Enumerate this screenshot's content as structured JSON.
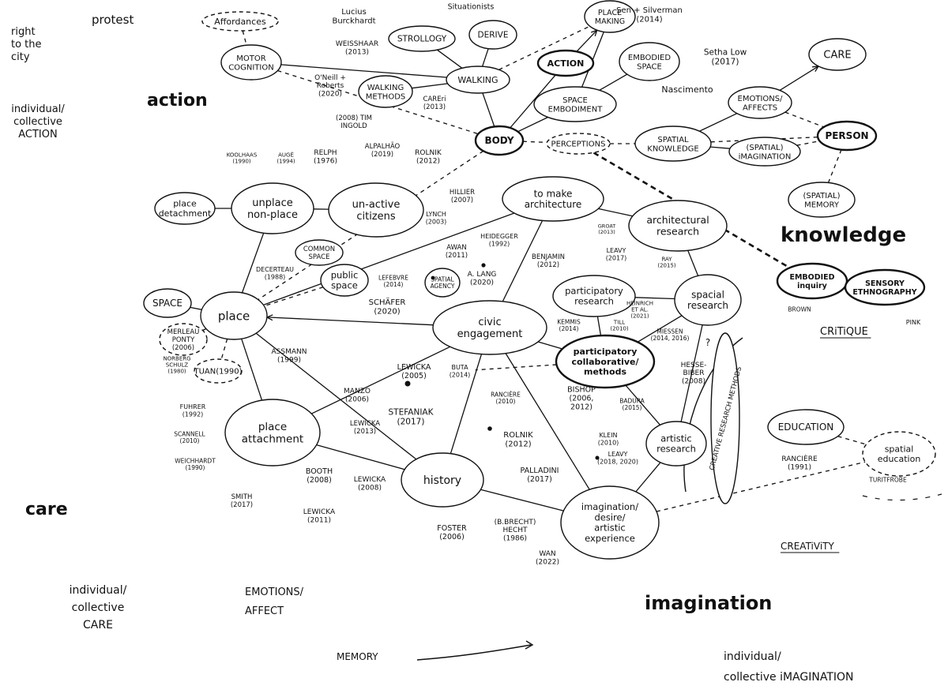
{
  "nodes": [
    {
      "id": "affordances",
      "label": "Affordances",
      "style": "dashed"
    },
    {
      "id": "motor-cognition",
      "label": "MOTOR\nCOGNITION",
      "style": "solid"
    },
    {
      "id": "strollogy",
      "label": "STROLLOGY",
      "style": "solid"
    },
    {
      "id": "derive",
      "label": "DERIVE",
      "style": "solid"
    },
    {
      "id": "walking-methods",
      "label": "WALKING\nMETHODS",
      "style": "solid"
    },
    {
      "id": "walking",
      "label": "WALKING",
      "style": "solid"
    },
    {
      "id": "place-making",
      "label": "PLACE\nMAKING",
      "style": "solid"
    },
    {
      "id": "action",
      "label": "ACTION",
      "style": "bold"
    },
    {
      "id": "embodied-space",
      "label": "EMBODIED\nSPACE",
      "style": "solid"
    },
    {
      "id": "space-embodiment",
      "label": "SPACE\nEMBODIMENT",
      "style": "solid"
    },
    {
      "id": "care-node",
      "label": "CARE",
      "style": "solid"
    },
    {
      "id": "emotions-affects",
      "label": "EMOTIONS/\nAFFECTS",
      "style": "solid"
    },
    {
      "id": "body",
      "label": "BODY",
      "style": "bold"
    },
    {
      "id": "perceptions",
      "label": "PERCEPTIONS",
      "style": "dashed"
    },
    {
      "id": "spatial-knowledge",
      "label": "SPATIAL\nKNOWLEDGE",
      "style": "solid"
    },
    {
      "id": "spatial-imagination",
      "label": "(SPATIAL)\niMAGINATION",
      "style": "solid"
    },
    {
      "id": "person",
      "label": "PERSON",
      "style": "bold"
    },
    {
      "id": "spatial-memory",
      "label": "(SPATIAL)\nMEMORY",
      "style": "solid"
    },
    {
      "id": "place-detachment",
      "label": "place\ndetachment",
      "style": "solid"
    },
    {
      "id": "unplace",
      "label": "unplace\nnon-place",
      "style": "solid"
    },
    {
      "id": "unactive-citizens",
      "label": "un-active\ncitizens",
      "style": "solid"
    },
    {
      "id": "to-make-architecture",
      "label": "to make\narchitecture",
      "style": "solid"
    },
    {
      "id": "architectural-research",
      "label": "architectural\nresearch",
      "style": "solid"
    },
    {
      "id": "common-space",
      "label": "COMMON\nSPACE",
      "style": "solid"
    },
    {
      "id": "public-space",
      "label": "public\nspace",
      "style": "solid"
    },
    {
      "id": "spatial-agency",
      "label": "SPATIAL\nAGENCY",
      "style": "solid"
    },
    {
      "id": "space",
      "label": "SPACE",
      "style": "solid"
    },
    {
      "id": "place",
      "label": "place",
      "style": "solid"
    },
    {
      "id": "civic-engagement",
      "label": "civic\nengagement",
      "style": "solid"
    },
    {
      "id": "participatory-research",
      "label": "participatory\nresearch",
      "style": "solid"
    },
    {
      "id": "spacial-research",
      "label": "spacial\nresearch",
      "style": "solid"
    },
    {
      "id": "participatory-collaborative",
      "label": "participatory\ncollaborative/\nmethods",
      "style": "bold"
    },
    {
      "id": "embodied-inquiry",
      "label": "EMBODIED\ninquiry",
      "style": "bold"
    },
    {
      "id": "sensory-ethnography",
      "label": "SENSORY\nETHNOGRAPHY",
      "style": "bold"
    },
    {
      "id": "tuan",
      "label": "TUAN(1990)",
      "style": "dashed"
    },
    {
      "id": "merleau-ponty",
      "label": "MERLEAU\nPONTY\n(2006)",
      "style": "dashed"
    },
    {
      "id": "place-attachment",
      "label": "place\nattachment",
      "style": "solid"
    },
    {
      "id": "history",
      "label": "history",
      "style": "solid"
    },
    {
      "id": "imagination-desire",
      "label": "imagination/\ndesire/\nartistic\nexperience",
      "style": "solid"
    },
    {
      "id": "artistic-research",
      "label": "artistic\nresearch",
      "style": "solid"
    },
    {
      "id": "creative-research-methods",
      "label": "CREATIVE RESEARCH METHODS",
      "style": "solid"
    },
    {
      "id": "education",
      "label": "EDUCATION",
      "style": "solid"
    },
    {
      "id": "spatial-education",
      "label": "spatial\neducation",
      "style": "dashed"
    }
  ],
  "references": [
    {
      "id": "sen-silverman",
      "label": "Sen + Silverman\n(2014)"
    },
    {
      "id": "situationists",
      "label": "Situationists"
    },
    {
      "id": "lucius-burckhardt",
      "label": "Lucius\nBurckhardt"
    },
    {
      "id": "weisshaar",
      "label": "WEISSHAAR\n(2013)"
    },
    {
      "id": "setha-low",
      "label": "Setha Low\n(2017)"
    },
    {
      "id": "nascimento",
      "label": "Nascimento"
    },
    {
      "id": "oneill-roberts",
      "label": "O'Neill +\nRoberts\n(2020)"
    },
    {
      "id": "careri",
      "label": "CAREri\n(2013)"
    },
    {
      "id": "tim-ingold",
      "label": "(2008) TIM\nINGOLD"
    },
    {
      "id": "koolhaas",
      "label": "KOOLHAAS\n(1990)"
    },
    {
      "id": "auge",
      "label": "AUGÉ\n(1994)"
    },
    {
      "id": "relph",
      "label": "RELPH\n(1976)"
    },
    {
      "id": "alpalhao",
      "label": "ALPALHÃO\n(2019)"
    },
    {
      "id": "rolnik-2012a",
      "label": "ROLNIK\n(2012)"
    },
    {
      "id": "hillier",
      "label": "HILLIER\n(2007)"
    },
    {
      "id": "lynch",
      "label": "LYNCH\n(2003)"
    },
    {
      "id": "groat",
      "label": "GROAT\n(2013)"
    },
    {
      "id": "leavy-2017",
      "label": "LEAVY\n(2017)"
    },
    {
      "id": "ray",
      "label": "RAY\n(2015)"
    },
    {
      "id": "heidegger",
      "label": "HEIDEGGER\n(1992)"
    },
    {
      "id": "benjamin",
      "label": "BENJAMIN\n(2012)"
    },
    {
      "id": "awan",
      "label": "AWAN\n(2011)"
    },
    {
      "id": "a-lang",
      "label": "A. LANG\n(2020)"
    },
    {
      "id": "decerteau",
      "label": "DECERTEAU\n(1988)"
    },
    {
      "id": "lefebvre",
      "label": "LEFEBVRE\n(2014)"
    },
    {
      "id": "schafer",
      "label": "SCHÄFER\n(2020)"
    },
    {
      "id": "heinrich",
      "label": "HEINRICH\nET AL.\n(2021)"
    },
    {
      "id": "kemmis",
      "label": "KEMMIS\n(2014)"
    },
    {
      "id": "till",
      "label": "TILL\n(2010)"
    },
    {
      "id": "miessen",
      "label": "MIESSEN\n(2014, 2016)"
    },
    {
      "id": "question-mark",
      "label": "?"
    },
    {
      "id": "assmann",
      "label": "ASSMANN\n(1999)"
    },
    {
      "id": "lewicka-2005",
      "label": "LEWICKA\n(2005)"
    },
    {
      "id": "buta",
      "label": "BUTA\n(2014)"
    },
    {
      "id": "hesse-biber",
      "label": "HESSE-\nBIBER\n(2008)"
    },
    {
      "id": "norberg-schulz",
      "label": "NORBERG\nSCHULZ\n(1980)"
    },
    {
      "id": "manzo",
      "label": "MANZO\n(2006)"
    },
    {
      "id": "stefaniak",
      "label": "STEFANIAK\n(2017)"
    },
    {
      "id": "ranciere-2010",
      "label": "RANCIÈRE\n(2010)"
    },
    {
      "id": "bishop",
      "label": "BISHOP\n(2006,\n2012)"
    },
    {
      "id": "badura",
      "label": "BADURA\n(2015)"
    },
    {
      "id": "fuhrer",
      "label": "FUHRER\n(1992)"
    },
    {
      "id": "scannell",
      "label": "SCANNELL\n(2010)"
    },
    {
      "id": "weichhardt",
      "label": "WEICHHARDT\n(1990)"
    },
    {
      "id": "lewicka-2013",
      "label": "LEWICKA\n(2013)"
    },
    {
      "id": "rolnik-2012b",
      "label": "ROLNIK\n(2012)"
    },
    {
      "id": "klein",
      "label": "KLEIN\n(2010)"
    },
    {
      "id": "leavy-2018",
      "label": "LEAVY\n(2018, 2020)"
    },
    {
      "id": "booth",
      "label": "BOOTH\n(2008)"
    },
    {
      "id": "lewicka-2008",
      "label": "LEWICKA\n(2008)"
    },
    {
      "id": "palladini",
      "label": "PALLADINI\n(2017)"
    },
    {
      "id": "smith",
      "label": "SMITH\n(2017)"
    },
    {
      "id": "lewicka-2011",
      "label": "LEWICKA\n(2011)"
    },
    {
      "id": "foster",
      "label": "FOSTER\n(2006)"
    },
    {
      "id": "brecht",
      "label": "(B.BRECHT)\nHECHT\n(1986)"
    },
    {
      "id": "wan",
      "label": "WAN\n(2022)"
    },
    {
      "id": "ranciere-1991",
      "label": "RANCIÈRE\n(1991)"
    },
    {
      "id": "brown",
      "label": "BROWN"
    },
    {
      "id": "pink",
      "label": "PINK"
    },
    {
      "id": "turitfrobe",
      "label": "TURITFRÖBE"
    }
  ],
  "annotations": [
    {
      "id": "right-to-the-city",
      "label": "right\nto the\ncity"
    },
    {
      "id": "protest",
      "label": "protest"
    },
    {
      "id": "action-word",
      "label": "action"
    },
    {
      "id": "individual-collective-action",
      "label": "individual/\ncollective\nACTION"
    },
    {
      "id": "knowledge-word",
      "label": "knowledge"
    },
    {
      "id": "critique",
      "label": "CRiTiQUE"
    },
    {
      "id": "care-word",
      "label": "care"
    },
    {
      "id": "creativity",
      "label": "CREATiViTY"
    },
    {
      "id": "imagination-word",
      "label": "imagination"
    },
    {
      "id": "individual-collective-care",
      "label": "individual/\ncollective\nCARE"
    },
    {
      "id": "emotions-affect",
      "label": "EMOTIONS/\nAFFECT"
    },
    {
      "id": "memory-word",
      "label": "MEMORY"
    },
    {
      "id": "individual-collective-imagination",
      "label": "individual/\ncollective iMAGINATION"
    }
  ],
  "edges": [
    {
      "from": "affordances",
      "to": "motor-cognition",
      "style": "dashed"
    },
    {
      "from": "motor-cognition",
      "to": "walking",
      "style": "solid"
    },
    {
      "from": "motor-cognition",
      "to": "body",
      "style": "dashed"
    },
    {
      "from": "strollogy",
      "to": "walking",
      "style": "solid"
    },
    {
      "from": "derive",
      "to": "walking",
      "style": "solid"
    },
    {
      "from": "walking-methods",
      "to": "walking",
      "style": "solid"
    },
    {
      "from": "walking",
      "to": "body",
      "style": "solid"
    },
    {
      "from": "walking",
      "to": "place-making",
      "style": "dashed"
    },
    {
      "from": "body",
      "to": "action",
      "style": "solid"
    },
    {
      "from": "action",
      "to": "place-making",
      "style": "arrow"
    },
    {
      "from": "body",
      "to": "space-embodiment",
      "style": "solid"
    },
    {
      "from": "space-embodiment",
      "to": "place-making",
      "style": "solid"
    },
    {
      "from": "space-embodiment",
      "to": "embodied-space",
      "style": "solid"
    },
    {
      "from": "body",
      "to": "perceptions",
      "style": "dashed"
    },
    {
      "from": "perceptions",
      "to": "spatial-knowledge",
      "style": "dashed"
    },
    {
      "from": "spatial-knowledge",
      "to": "emotions-affects",
      "style": "solid"
    },
    {
      "from": "spatial-knowledge",
      "to": "spatial-imagination",
      "style": "solid"
    },
    {
      "from": "emotions-affects",
      "to": "care-node",
      "style": "arrow"
    },
    {
      "from": "emotions-affects",
      "to": "person",
      "style": "dashed"
    },
    {
      "from": "spatial-imagination",
      "to": "person",
      "style": "dashed"
    },
    {
      "from": "spatial-knowledge",
      "to": "person",
      "style": "dashed"
    },
    {
      "from": "person",
      "to": "spatial-memory",
      "style": "dashed"
    },
    {
      "from": "perceptions",
      "to": "embodied-inquiry",
      "style": "dashed-bold"
    },
    {
      "from": "embodied-inquiry",
      "to": "sensory-ethnography",
      "style": "solid"
    },
    {
      "from": "body",
      "to": "place",
      "style": "dashed"
    },
    {
      "from": "place-detachment",
      "to": "unplace",
      "style": "solid"
    },
    {
      "from": "unplace",
      "to": "unactive-citizens",
      "style": "solid"
    },
    {
      "from": "unplace",
      "to": "place",
      "style": "solid"
    },
    {
      "from": "to-make-architecture",
      "to": "architectural-research",
      "style": "solid"
    },
    {
      "from": "to-make-architecture",
      "to": "civic-engagement",
      "style": "solid"
    },
    {
      "from": "to-make-architecture",
      "to": "place",
      "style": "solid"
    },
    {
      "from": "architectural-research",
      "to": "spacial-research",
      "style": "solid"
    },
    {
      "from": "public-space",
      "to": "place",
      "style": "dashed"
    },
    {
      "from": "space",
      "to": "place",
      "style": "solid"
    },
    {
      "from": "civic-engagement",
      "to": "place",
      "style": "arrow"
    },
    {
      "from": "civic-engagement",
      "to": "participatory-collaborative",
      "style": "solid"
    },
    {
      "from": "civic-engagement",
      "to": "history",
      "style": "solid"
    },
    {
      "from": "civic-engagement",
      "to": "imagination-desire",
      "style": "solid"
    },
    {
      "from": "civic-engagement",
      "to": "place-attachment",
      "style": "solid"
    },
    {
      "from": "participatory-research",
      "to": "participatory-collaborative",
      "style": "solid"
    },
    {
      "from": "participatory-research",
      "to": "spacial-research",
      "style": "solid"
    },
    {
      "from": "spacial-research",
      "to": "participatory-collaborative",
      "style": "solid"
    },
    {
      "from": "spacial-research",
      "to": "artistic-research",
      "style": "solid"
    },
    {
      "from": "participatory-collaborative",
      "to": "artistic-research",
      "style": "solid"
    },
    {
      "from": "participatory-collaborative",
      "to": "buta",
      "style": "dashed"
    },
    {
      "from": "place",
      "to": "tuan",
      "style": "dashed"
    },
    {
      "from": "place",
      "to": "merleau-ponty",
      "style": "dashed"
    },
    {
      "from": "place",
      "to": "place-attachment",
      "style": "solid"
    },
    {
      "from": "place",
      "to": "history",
      "style": "solid"
    },
    {
      "from": "place-attachment",
      "to": "history",
      "style": "solid"
    },
    {
      "from": "history",
      "to": "imagination-desire",
      "style": "solid"
    },
    {
      "from": "artistic-research",
      "to": "imagination-desire",
      "style": "solid"
    },
    {
      "from": "imagination-desire",
      "to": "spatial-education",
      "style": "dashed"
    },
    {
      "from": "education",
      "to": "spatial-education",
      "style": "dashed"
    }
  ]
}
